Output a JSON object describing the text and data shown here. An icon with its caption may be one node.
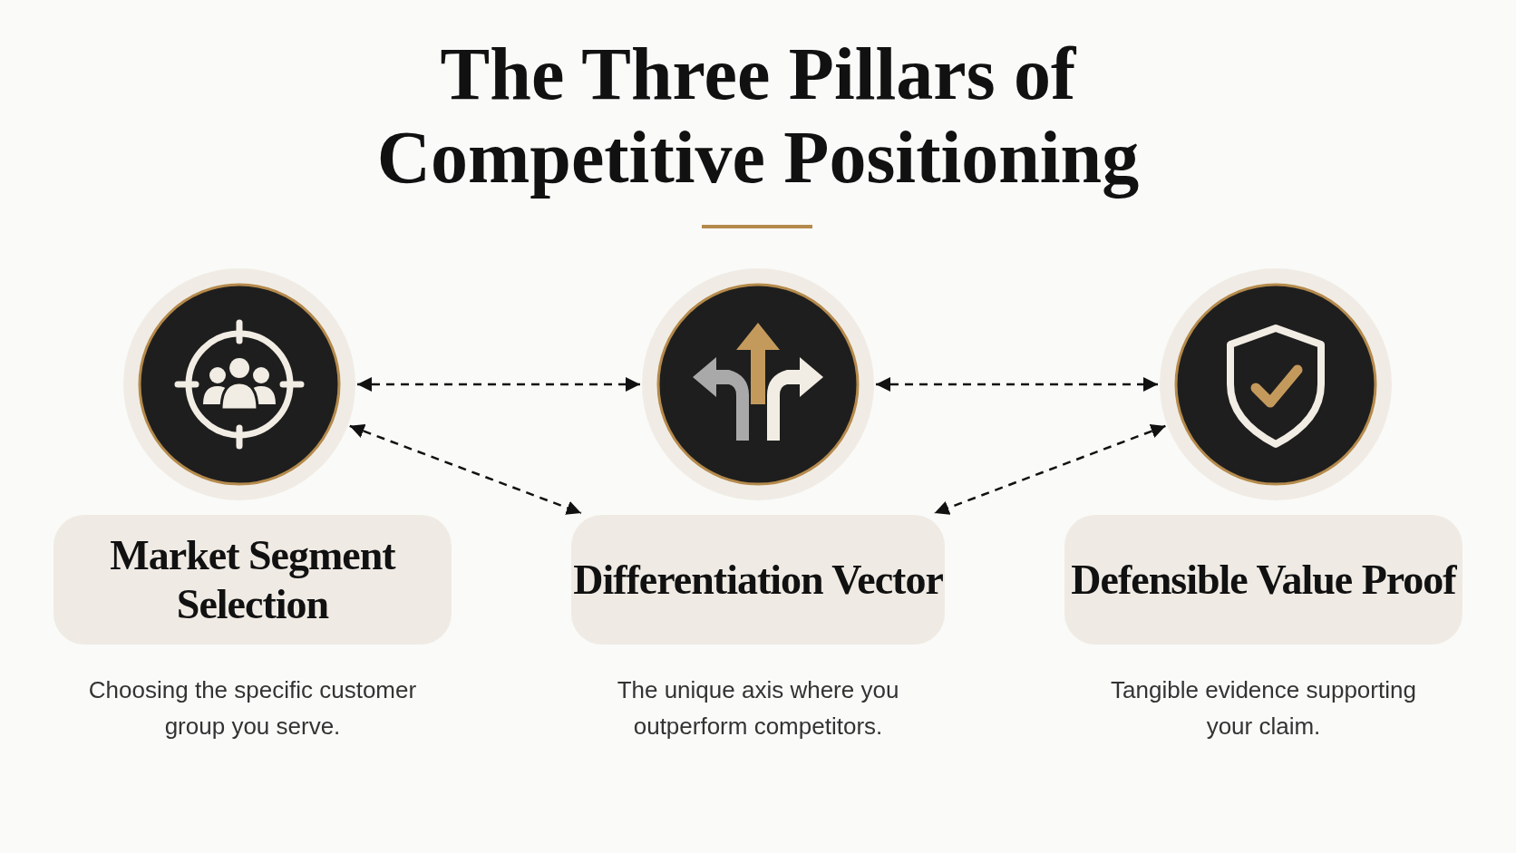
{
  "diagram": {
    "title": "The Three Pillars of Competitive Positioning",
    "nodes": [
      {
        "text": [],
        "shape": "circle"
      },
      {
        "text": [],
        "shape": "circle"
      },
      {
        "text": [],
        "shape": "circle"
      },
      {
        "text": [
          "Market Segment Selection"
        ],
        "beside": [
          "Choosing the specific customer group you serve."
        ]
      },
      {
        "text": [
          "Differentiation Vector"
        ],
        "beside": [
          "The unique axis where you outperform competitors."
        ]
      },
      {
        "text": [
          "Defensible Value Proof"
        ],
        "beside": [
          "Tangible evidence supporting your claim."
        ]
      }
    ],
    "edges": [
      {
        "from": 0,
        "to": 1,
        "arrow": "both",
        "style": "dashed"
      },
      {
        "from": 1,
        "to": 2,
        "arrow": "both",
        "style": "dashed"
      },
      {
        "from": 0,
        "to": 4,
        "arrow": "both",
        "style": "dashed"
      },
      {
        "from": 2,
        "to": 4,
        "arrow": "both",
        "style": "dashed"
      }
    ]
  }
}
